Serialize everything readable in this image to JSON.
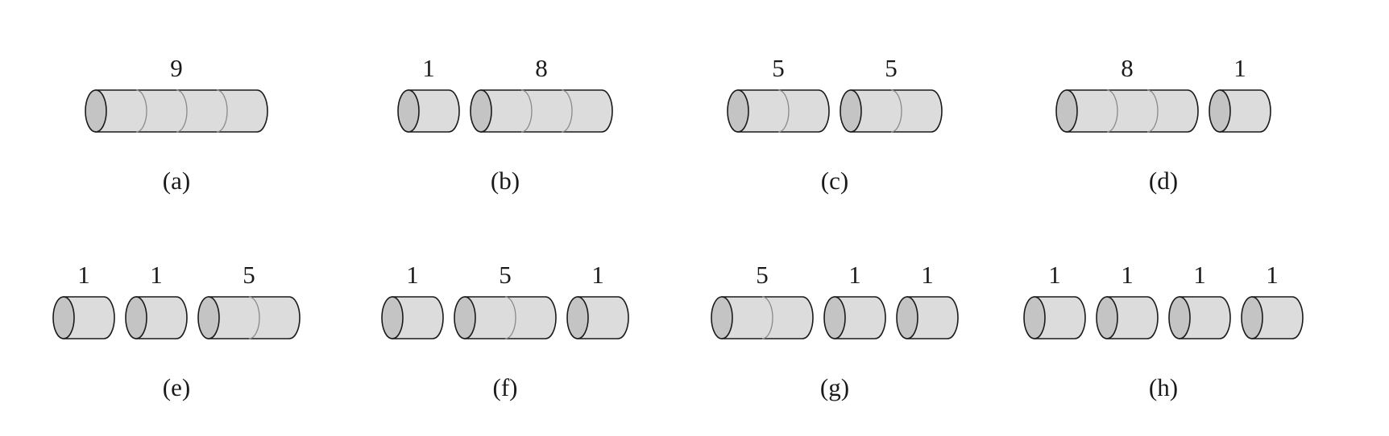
{
  "panels": [
    {
      "caption": "(a)",
      "rods": [
        {
          "label": "9",
          "units": 4
        }
      ]
    },
    {
      "caption": "(b)",
      "rods": [
        {
          "label": "1",
          "units": 1
        },
        {
          "label": "8",
          "units": 3
        }
      ]
    },
    {
      "caption": "(c)",
      "rods": [
        {
          "label": "5",
          "units": 2
        },
        {
          "label": "5",
          "units": 2
        }
      ]
    },
    {
      "caption": "(d)",
      "rods": [
        {
          "label": "8",
          "units": 3
        },
        {
          "label": "1",
          "units": 1
        }
      ]
    },
    {
      "caption": "(e)",
      "rods": [
        {
          "label": "1",
          "units": 1
        },
        {
          "label": "1",
          "units": 1
        },
        {
          "label": "5",
          "units": 2
        }
      ]
    },
    {
      "caption": "(f)",
      "rods": [
        {
          "label": "1",
          "units": 1
        },
        {
          "label": "5",
          "units": 2
        },
        {
          "label": "1",
          "units": 1
        }
      ]
    },
    {
      "caption": "(g)",
      "rods": [
        {
          "label": "5",
          "units": 2
        },
        {
          "label": "1",
          "units": 1
        },
        {
          "label": "1",
          "units": 1
        }
      ]
    },
    {
      "caption": "(h)",
      "rods": [
        {
          "label": "1",
          "units": 1
        },
        {
          "label": "1",
          "units": 1
        },
        {
          "label": "1",
          "units": 1
        },
        {
          "label": "1",
          "units": 1
        }
      ]
    }
  ]
}
